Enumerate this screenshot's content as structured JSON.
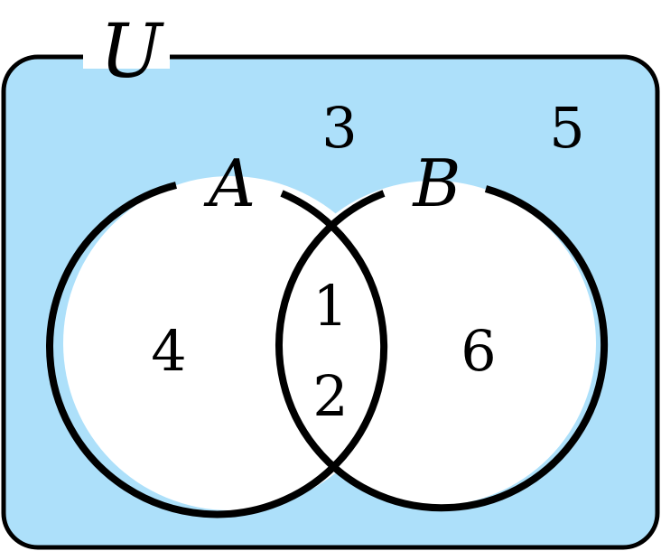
{
  "universe": {
    "label": "U",
    "elements_outside": [
      "3",
      "5"
    ]
  },
  "sets": [
    {
      "label": "A",
      "only_elements": [
        "4"
      ]
    },
    {
      "label": "B",
      "only_elements": [
        "6"
      ]
    }
  ],
  "intersection": {
    "elements": [
      "1",
      "2"
    ]
  },
  "colors": {
    "universe_fill": "#ade0fa",
    "set_fill": "#ffffff",
    "stroke": "#000000"
  }
}
